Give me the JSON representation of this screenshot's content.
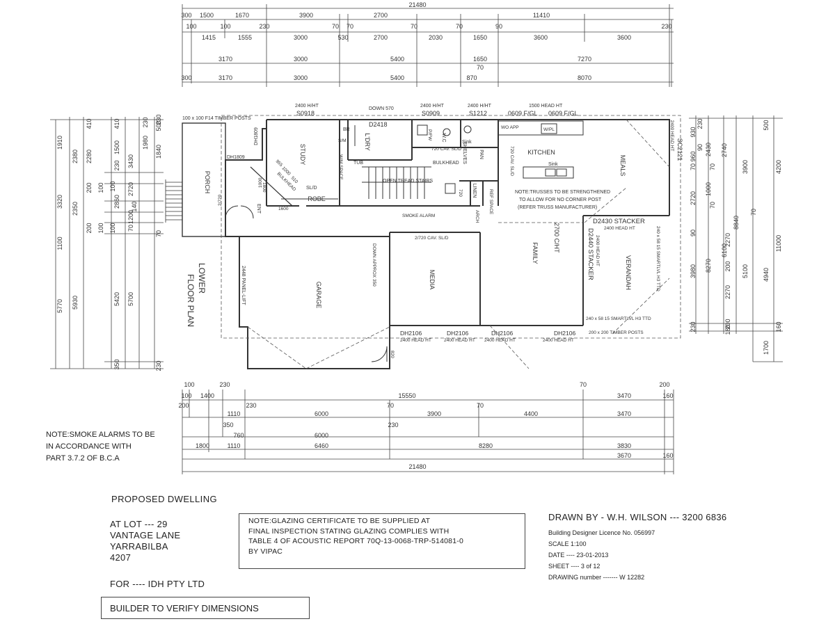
{
  "dimensions": {
    "top": {
      "overall": "21480",
      "row1": [
        "300",
        "1500",
        "1670",
        "3900",
        "2700",
        "11410"
      ],
      "row2a": [
        "100",
        "100",
        "230",
        "70",
        "70",
        "70",
        "70",
        "90",
        "230"
      ],
      "row2b": [
        "1415",
        "1555",
        "3000",
        "530",
        "2700",
        "2030",
        "1650",
        "3600",
        "3600"
      ],
      "row3": [
        "3170",
        "3000",
        "5400",
        "1650",
        "7270"
      ],
      "row4": [
        "300",
        "3170",
        "3000",
        "5400",
        "870",
        "70",
        "8070"
      ]
    },
    "bottom": {
      "row1": [
        "100",
        "230",
        "70",
        "200"
      ],
      "row2": [
        "200",
        "100",
        "1400",
        "15550",
        "3470",
        "160"
      ],
      "row3": [
        "230",
        "1110",
        "6000",
        "70",
        "3900",
        "70",
        "4400",
        "3470"
      ],
      "row4": [
        "350",
        "230",
        "760",
        "6000"
      ],
      "row5": [
        "1800",
        "1110",
        "6460",
        "8280",
        "3830"
      ],
      "row6": [
        "3670",
        "160"
      ],
      "overall": "21480"
    },
    "left": {
      "outer": [
        "1910",
        "3320",
        "1100",
        "5770"
      ],
      "col2": [
        "2380",
        "2350",
        "5930"
      ],
      "col3": [
        "410",
        "2280",
        "200",
        "200",
        "100",
        "100"
      ],
      "col4": [
        "410",
        "1500",
        "230",
        "2860",
        "100",
        "100",
        "5420",
        "350"
      ],
      "col5": [
        "3430",
        "2720",
        "140",
        "1200",
        "70",
        "5700"
      ],
      "col6": [
        "230",
        "1980",
        "1840",
        "500",
        "230",
        "70",
        "230"
      ]
    },
    "right": {
      "col1": [
        "930",
        "960",
        "70",
        "2720",
        "90",
        "3980",
        "230"
      ],
      "col2": [
        "230",
        "90",
        "70",
        "70",
        "70",
        "2270",
        "200",
        "2270",
        "200",
        "180"
      ],
      "col3": [
        "2430",
        "1000",
        "8270",
        "6100"
      ],
      "col4": [
        "2740",
        "3900",
        "8840",
        "5100",
        "4940"
      ],
      "col5": [
        "500",
        "4200",
        "11000",
        "160",
        "1700"
      ]
    }
  },
  "rooms": {
    "porch": "PORCH",
    "study": "STUDY",
    "ldry": "L'DRY",
    "kitchen": "KITCHEN",
    "meals": "MEALS",
    "family": "FAMILY",
    "verandah": "VERANDAH",
    "garage": "GARAGE",
    "media": "MEDIA",
    "robe": "ROBE",
    "ent": "ENT",
    "wc": "W.C",
    "br": "BR",
    "linen": "LINEN",
    "shelves": "SHELVES",
    "pan": "PAN",
    "tub": "TUB",
    "sink": "Sink",
    "kitchen_sink": "Sink",
    "wo_app": "WO APP",
    "ref_space": "REF SPACE",
    "wpl": "W/PL",
    "sm": "S/M",
    "wm_space": "W/M SPACE",
    "bulkhead_lbl": "BULKHEAD",
    "bulkhead2": "BULKHEAD",
    "open_tread": "OPEN TREAD STAIRS",
    "smoke_alarm": "SMOKE ALARM",
    "ceiling": "2700 C/HT",
    "lower_floor_plan_1": "LOWER",
    "lower_floor_plan_2": "FLOOR PLAN"
  },
  "openings": {
    "timber_posts": "100 x 100 F14 TIMBER POSTS",
    "dh1809a": "DH1809",
    "dh1809b": "DH1809",
    "s0918_ht": "2400 H/HT",
    "s0918": "S0918",
    "down570": "DOWN 570",
    "d2418": "D2418",
    "s0909_ht": "2400 H/HT",
    "s0909": "S0909",
    "s1212_ht": "2400 H/HT",
    "s1212": "S1212",
    "head_ht_1500": "1500 HEAD HT",
    "fgl1": "0609 F/GL",
    "fgl2": "0609 F/GL",
    "sc2121": "SC2121",
    "sc2121_ht": "2400 HEAD HT",
    "cav720a": "720 CAV. SL/D",
    "cav720b": "720 CAV. SL/D",
    "pfw": "P/FW",
    "ent_720": "720",
    "entry_2720": "2/720",
    "sld": "SL/D",
    "d1800": "1800",
    "d1600": "1600",
    "d1000": "1000",
    "stair_dims": [
      "955",
      "1000",
      "510"
    ],
    "truss_note": [
      "NOTE:TRUSSES TO BE STRENGTHENED",
      "TO ALLOW FOR NO CORNER POST",
      "(REFER TRUSS MANUFACTURER)"
    ],
    "d2430": "D2430 STACKER",
    "d2430_ht": "2400 HEAD HT",
    "d2440": "D2440 STACKER",
    "d2440_ht": "2400 HEAD HT",
    "smartlvl1": "240 x 58 15 SMARTLVL H3 TTD",
    "smartlvl2": "240 x 58 15 SMARTLVL H3 TTD",
    "timber_200": "200 x 200 TIMBER POSTS",
    "cav2720": "2/720 CAV. SL/D",
    "down_approx": "DOWN APPROX 350",
    "panel_lift": "2448 PANEL-LIFT",
    "dh2106": [
      "DH2106",
      "DH2106",
      "DH2106",
      "DH2106"
    ],
    "dh2106_ht": [
      "2400 HEAD HT",
      "2400 HEAD HT",
      "2400 HEAD HT",
      "2400 HEAD HT"
    ],
    "d820": "820",
    "archway": "ARCH"
  },
  "notes": {
    "smoke": [
      "NOTE:SMOKE ALARMS TO BE",
      "IN ACCORDANCE WITH",
      "PART 3.7.2 OF B.C.A"
    ],
    "proposed": "PROPOSED  DWELLING",
    "lot": "AT LOT ---  29",
    "street": "VANTAGE LANE",
    "suburb": "YARRABILBA",
    "postcode": "4207",
    "for_client": "FOR ---- IDH PTY LTD",
    "builder": "BUILDER TO VERIFY DIMENSIONS",
    "glazing": [
      "NOTE:GLAZING CERTIFICATE TO BE SUPPLIED AT",
      "FINAL INSPECTION STATING GLAZING COMPLIES WITH",
      "TABLE 4 OF ACOUSTIC REPORT 70Q-13-0068-TRP-514081-0",
      "BY VIPAC"
    ]
  },
  "drawn": {
    "drawn_by": "DRAWN BY  - W.H. WILSON --- 3200 6836",
    "licence": "Building Designer Licence No. 056997",
    "scale": "SCALE 1:100",
    "date": "DATE ----  23-01-2013",
    "sheet": "SHEET ----  3 of 12",
    "drawing": "DRAWING number  -------  W 12282"
  }
}
